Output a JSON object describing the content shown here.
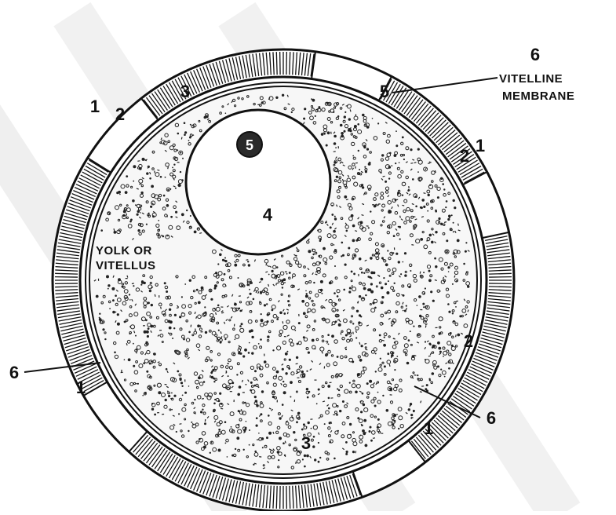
{
  "diagram": {
    "labels": {
      "zona_outer": "1",
      "zona_inner": "2",
      "yolk_number": "3",
      "nucleus": "4",
      "nucleolus": "5",
      "membrane": "6"
    },
    "captions": {
      "membrane_number": "6",
      "membrane_line1": "VITELLINE",
      "membrane_line2": "MEMBRANE",
      "yolk_line1": "YOLK OR",
      "yolk_line2": "VITELLUS"
    },
    "colors": {
      "ink": "#111111",
      "paper": "#ffffff",
      "watermark": "#ededed"
    }
  }
}
